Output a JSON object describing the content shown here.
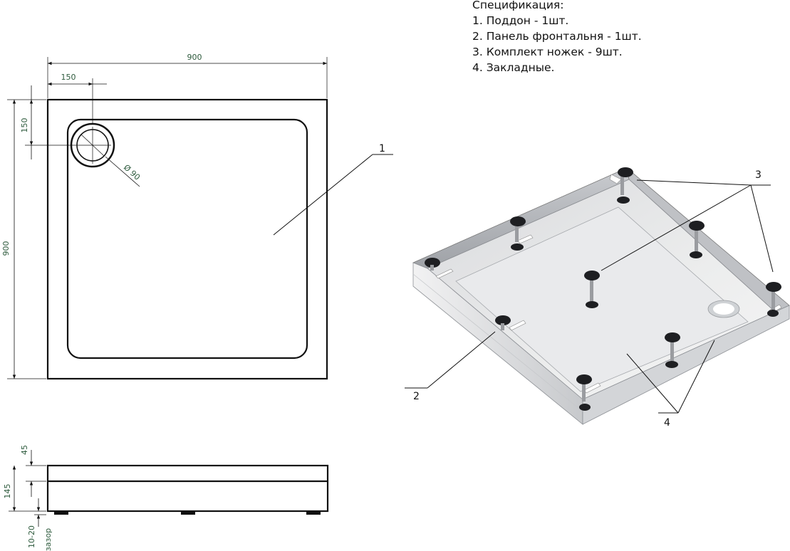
{
  "specification": {
    "title": "Спецификация:",
    "items": [
      "1. Поддон - 1шт.",
      "2. Панель фронтальня - 1шт.",
      "3. Комплект ножек - 9шт.",
      "4. Закладные."
    ]
  },
  "top_view": {
    "width_dim": "900",
    "height_dim": "900",
    "drain_offset_x": "150",
    "drain_offset_y": "150",
    "drain_diameter": "Ø 90",
    "callout": "1"
  },
  "side_view": {
    "dim_top": "45",
    "dim_total": "145",
    "dim_gap": "10-20",
    "gap_label": "зазор"
  },
  "iso_view": {
    "callout_panel": "2",
    "callout_legs": "3",
    "callout_inserts": "4"
  },
  "colors": {
    "dimension_text": "#2d5a3c",
    "outline": "#111111",
    "tray_surface": "#e6e7ea",
    "leg": "#1e1f22"
  }
}
